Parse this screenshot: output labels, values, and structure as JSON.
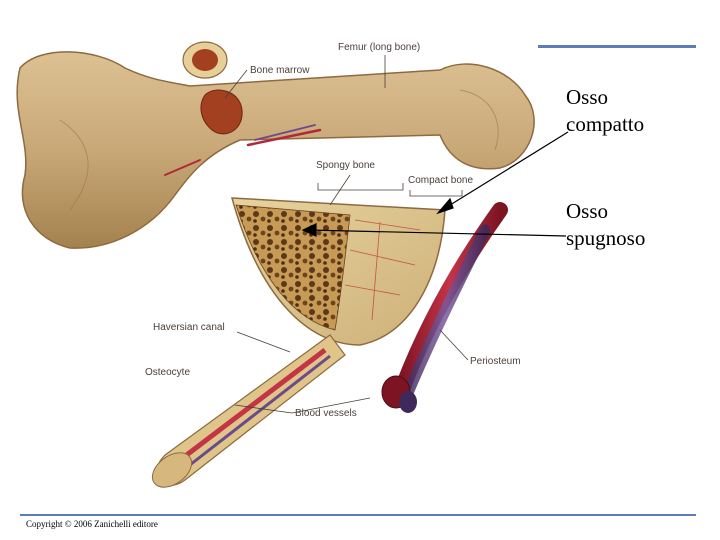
{
  "labels": {
    "femur": "Femur (long bone)",
    "bone_marrow": "Bone marrow",
    "spongy_bone": "Spongy bone",
    "compact_bone": "Compact bone",
    "haversian_canal": "Haversian canal",
    "osteocyte": "Osteocyte",
    "periosteum": "Periosteum",
    "blood_vessels": "Blood vessels"
  },
  "annotations": {
    "compact_line1": "Osso",
    "compact_line2": "compatto",
    "spongy_line1": "Osso",
    "spongy_line2": "spugnoso"
  },
  "footer": {
    "copyright": "Copyright © 2006 Zanichelli editore"
  },
  "colors": {
    "rule": "#5b7db8",
    "bone": "#c9a878",
    "bone_dark": "#8e6a3e",
    "marrow": "#a3401f",
    "artery": "#b0283a",
    "vein": "#6b4a8a"
  }
}
